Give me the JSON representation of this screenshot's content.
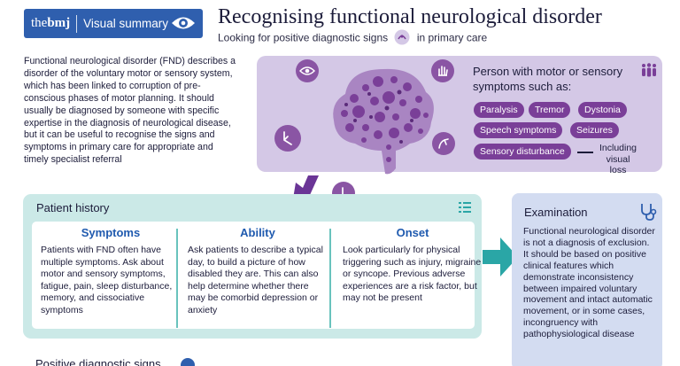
{
  "badge": {
    "brand_prefix": "the",
    "brand_bold": "bmj",
    "label": "Visual summary"
  },
  "header": {
    "title": "Recognising functional neurological disorder",
    "subtitle_before": "Looking for positive diagnostic signs",
    "subtitle_after": "in primary care"
  },
  "intro": "Functional neurological disorder (FND) describes a disorder of the voluntary motor or sensory system, which has been linked to corruption of pre-conscious phases of motor planning. It should usually be diagnosed by someone with specific expertise in the diagnosis of neurological disease, but it can be useful to recognise the signs and symptoms in primary care for appropriate and timely specialist referral",
  "person": {
    "title": "Person with motor or sensory symptoms such as:",
    "symptoms": [
      "Paralysis",
      "Tremor",
      "Dystonia",
      "Speech symptoms",
      "Seizures",
      "Sensory disturbance"
    ],
    "including": "Including visual loss"
  },
  "history": {
    "title": "Patient history",
    "columns": [
      {
        "heading": "Symptoms",
        "text": "Patients with FND often have multiple symptoms. Ask about motor and sensory symptoms, fatigue, pain, sleep disturbance, memory, and cissociative symptoms"
      },
      {
        "heading": "Ability",
        "text": "Ask patients to describe a typical day, to build a picture of how disabled they are. This can also help determine whether there may be comorbid depression or anxiety"
      },
      {
        "heading": "Onset",
        "text": "Look particularly for physical triggering such as injury, migraine or syncope. Previous adverse experiences are a risk factor, but may not be present"
      }
    ]
  },
  "examination": {
    "title": "Examination",
    "text": "Functional neurological disorder is not a diagnosis of exclusion. It should be based on positive clinical features which demonstrate inconsistency between impaired voluntary movement and intact automatic movement, or in some cases, incongruency with pathophysiological disease"
  },
  "next_section": {
    "title": "Positive diagnostic signs"
  },
  "colors": {
    "bmj_blue": "#2f5fae",
    "purple_panel": "#d4c8e6",
    "purple_pill": "#7a3f98",
    "icon_purple": "#8a55a4",
    "teal_panel": "#cbe9e7",
    "teal_line": "#69c3bd",
    "exam_panel": "#d3dcf1",
    "heading_blue": "#1f5aaf"
  },
  "icons": {
    "badge": "eye-icon",
    "subtitle": "hand-icon",
    "brain_ring": [
      "eye-icon",
      "hand-icon",
      "leg-icon",
      "arm-icon",
      "foot-icon"
    ],
    "person": "people-icon",
    "history": "list-icon",
    "examination": "stethoscope-icon"
  }
}
